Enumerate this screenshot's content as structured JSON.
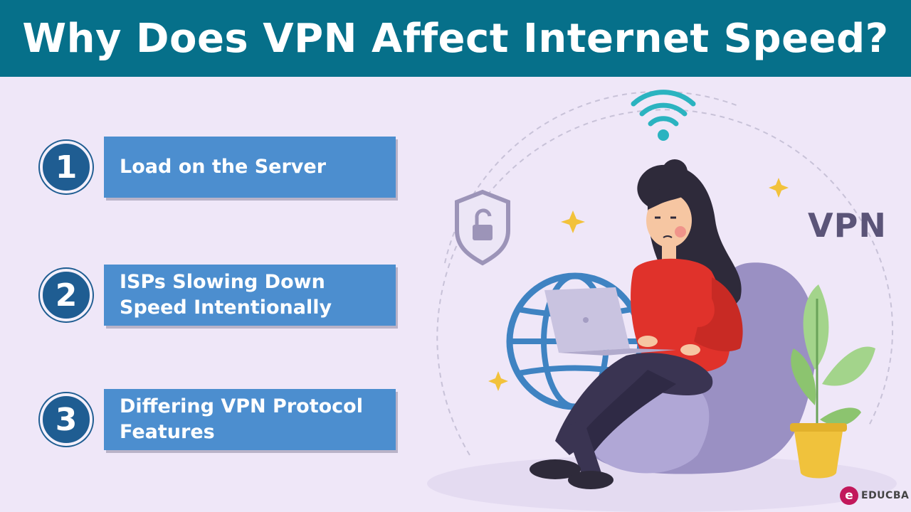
{
  "header": {
    "title": "Why Does VPN Affect Internet Speed?"
  },
  "items": [
    {
      "number": "1",
      "lines": [
        "Load on the Server"
      ]
    },
    {
      "number": "2",
      "lines": [
        "ISPs Slowing Down",
        "Speed Intentionally"
      ]
    },
    {
      "number": "3",
      "lines": [
        "Differing VPN Protocol",
        "Features"
      ]
    }
  ],
  "illustration": {
    "vpn_text": "VPN"
  },
  "logo": {
    "mark": "e",
    "text": "EDUCBA"
  },
  "colors": {
    "header_bg": "#06708a",
    "page_bg": "#efe7f8",
    "box_bg": "#4c8ecf",
    "circle_bg": "#1f5d92",
    "wifi": "#2bb3c0",
    "sparkle": "#f2c23b"
  }
}
